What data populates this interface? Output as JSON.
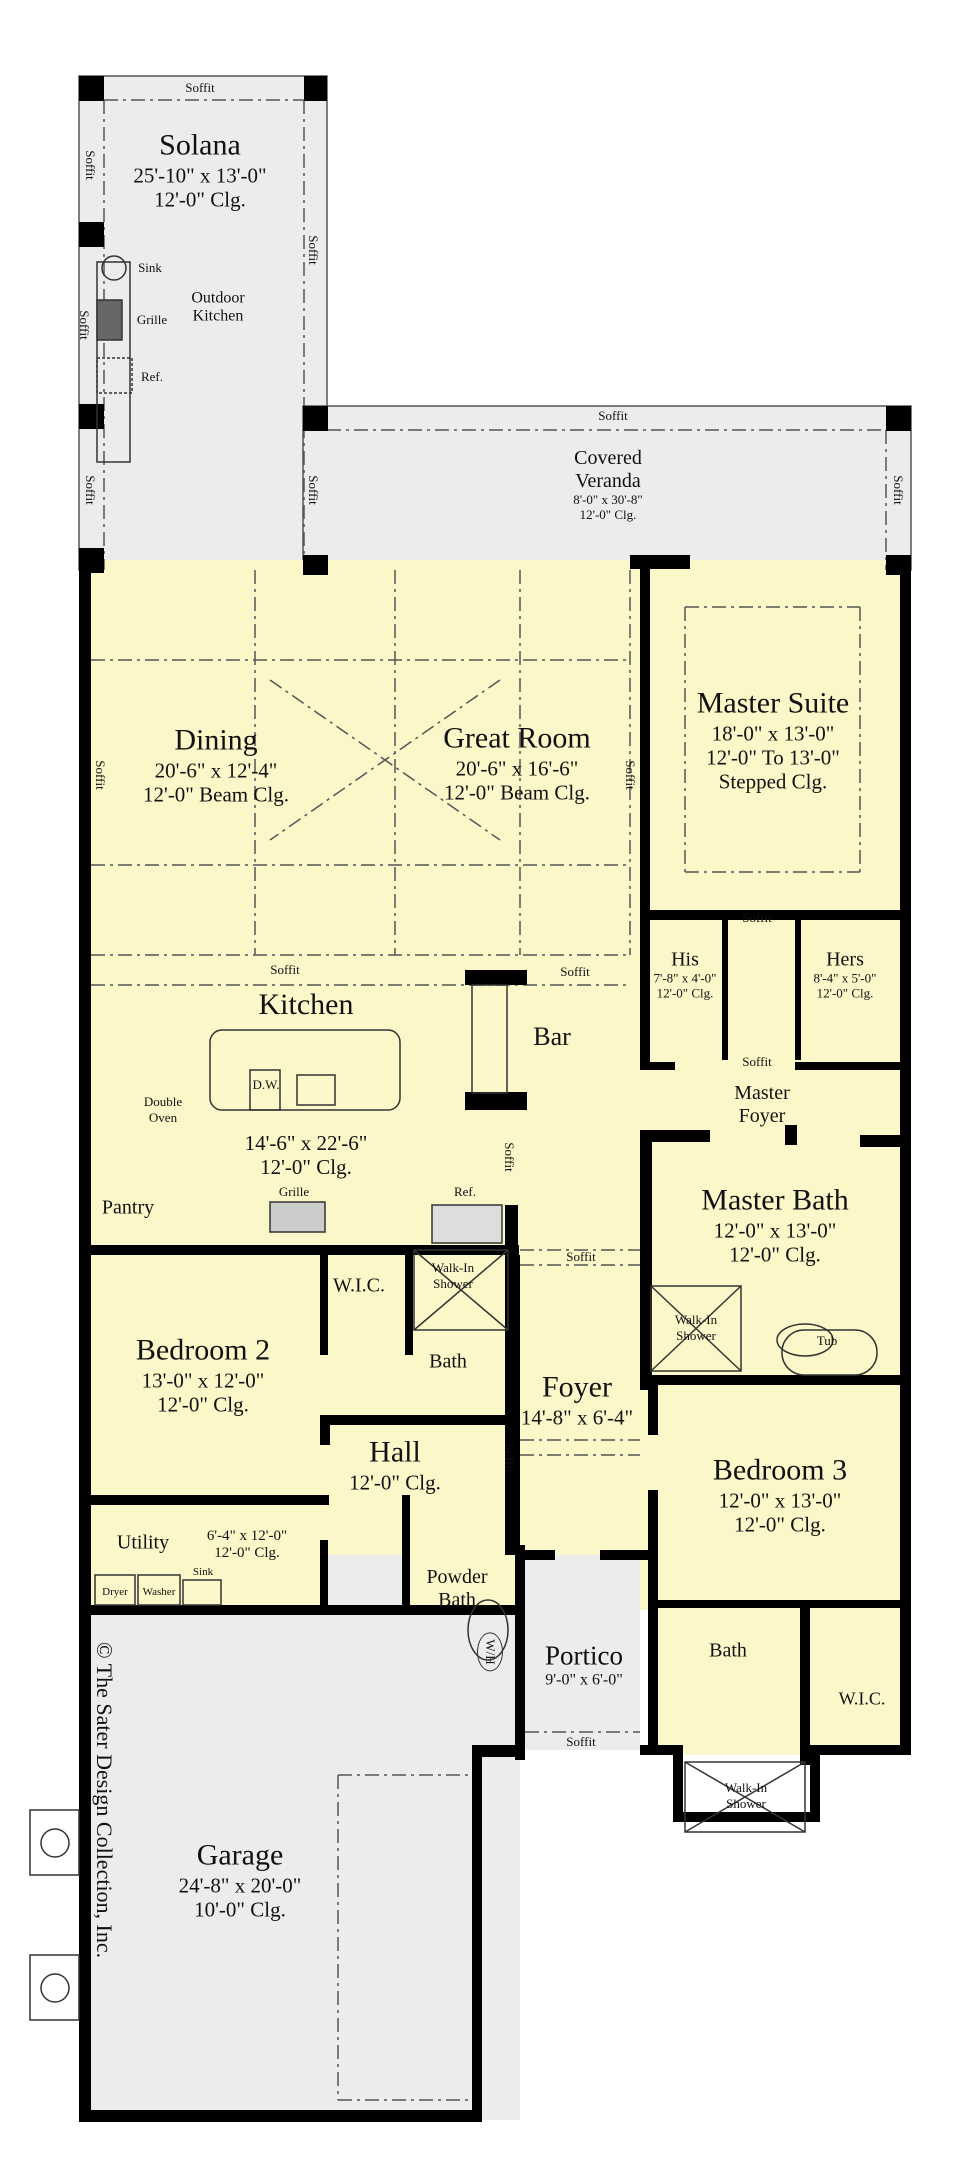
{
  "colors": {
    "interior": "#fcf7c9",
    "exterior": "#ebeceb",
    "wall": "#000000"
  },
  "soffit": "Soffit",
  "rooms": {
    "solana": {
      "name": "Solana",
      "dims": "25'-10\" x 13'-0\"",
      "ceiling": "12'-0\" Clg."
    },
    "outdoor_kitchen": {
      "name": "Outdoor Kitchen",
      "sink": "Sink",
      "grille": "Grille",
      "ref": "Ref."
    },
    "veranda": {
      "name": "Covered Veranda",
      "dims": "8'-0\" x 30'-8\"",
      "ceiling": "12'-0\" Clg."
    },
    "dining": {
      "name": "Dining",
      "dims": "20'-6\" x 12'-4\"",
      "ceiling": "12'-0\"  Beam Clg."
    },
    "great_room": {
      "name": "Great Room",
      "dims": "20'-6\" x 16'-6\"",
      "ceiling": "12'-0\" Beam Clg."
    },
    "master_suite": {
      "name": "Master Suite",
      "dims": "18'-0\" x 13'-0\"",
      "ceiling": "12'-0\" To 13'-0\"",
      "ceiling2": "Stepped Clg."
    },
    "his": {
      "name": "His",
      "dims": "7'-8\" x 4'-0\"",
      "ceiling": "12'-0\" Clg."
    },
    "hers": {
      "name": "Hers",
      "dims": "8'-4\" x 5'-0\"",
      "ceiling": "12'-0\" Clg."
    },
    "kitchen": {
      "name": "Kitchen",
      "dims": "14'-6\" x 22'-6\"",
      "ceiling": "12'-0\" Clg.",
      "dw": "D.W.",
      "double_oven": "Double Oven",
      "grille": "Grille",
      "ref": "Ref."
    },
    "bar": {
      "name": "Bar"
    },
    "master_foyer": {
      "name": "Master Foyer"
    },
    "master_bath": {
      "name": "Master Bath",
      "dims": "12'-0\" x 13'-0\"",
      "ceiling": "12'-0\" Clg.",
      "shower": "Walk-In Shower",
      "tub": "Tub"
    },
    "pantry": {
      "name": "Pantry"
    },
    "bedroom2": {
      "name": "Bedroom 2",
      "dims": "13'-0\" x 12'-0\"",
      "ceiling": "12'-0\" Clg."
    },
    "wic2": {
      "name": "W.I.C."
    },
    "shower2": {
      "name": "Walk-In Shower"
    },
    "bath2": {
      "name": "Bath"
    },
    "foyer": {
      "name": "Foyer",
      "dims": "14'-8\" x 6'-4\""
    },
    "hall": {
      "name": "Hall",
      "ceiling": "12'-0\" Clg."
    },
    "bedroom3": {
      "name": "Bedroom 3",
      "dims": "12'-0\" x 13'-0\"",
      "ceiling": "12'-0\" Clg."
    },
    "utility": {
      "name": "Utility",
      "dims": "6'-4\" x 12'-0\"",
      "ceiling": "12'-0\" Clg.",
      "dryer": "Dryer",
      "washer": "Washer",
      "sink": "Sink"
    },
    "powder_bath": {
      "name": "Powder Bath"
    },
    "portico": {
      "name": "Portico",
      "dims": "9'-0\" x 6'-0\""
    },
    "bath3": {
      "name": "Bath"
    },
    "wic3": {
      "name": "W.I.C."
    },
    "shower3": {
      "name": "Walk-In Shower"
    },
    "garage": {
      "name": "Garage",
      "dims": "24'-8\" x 20'-0\"",
      "ceiling": "10'-0\" Clg.",
      "wh": "W/H"
    }
  },
  "copyright": "© The Sater Design Collection, Inc."
}
